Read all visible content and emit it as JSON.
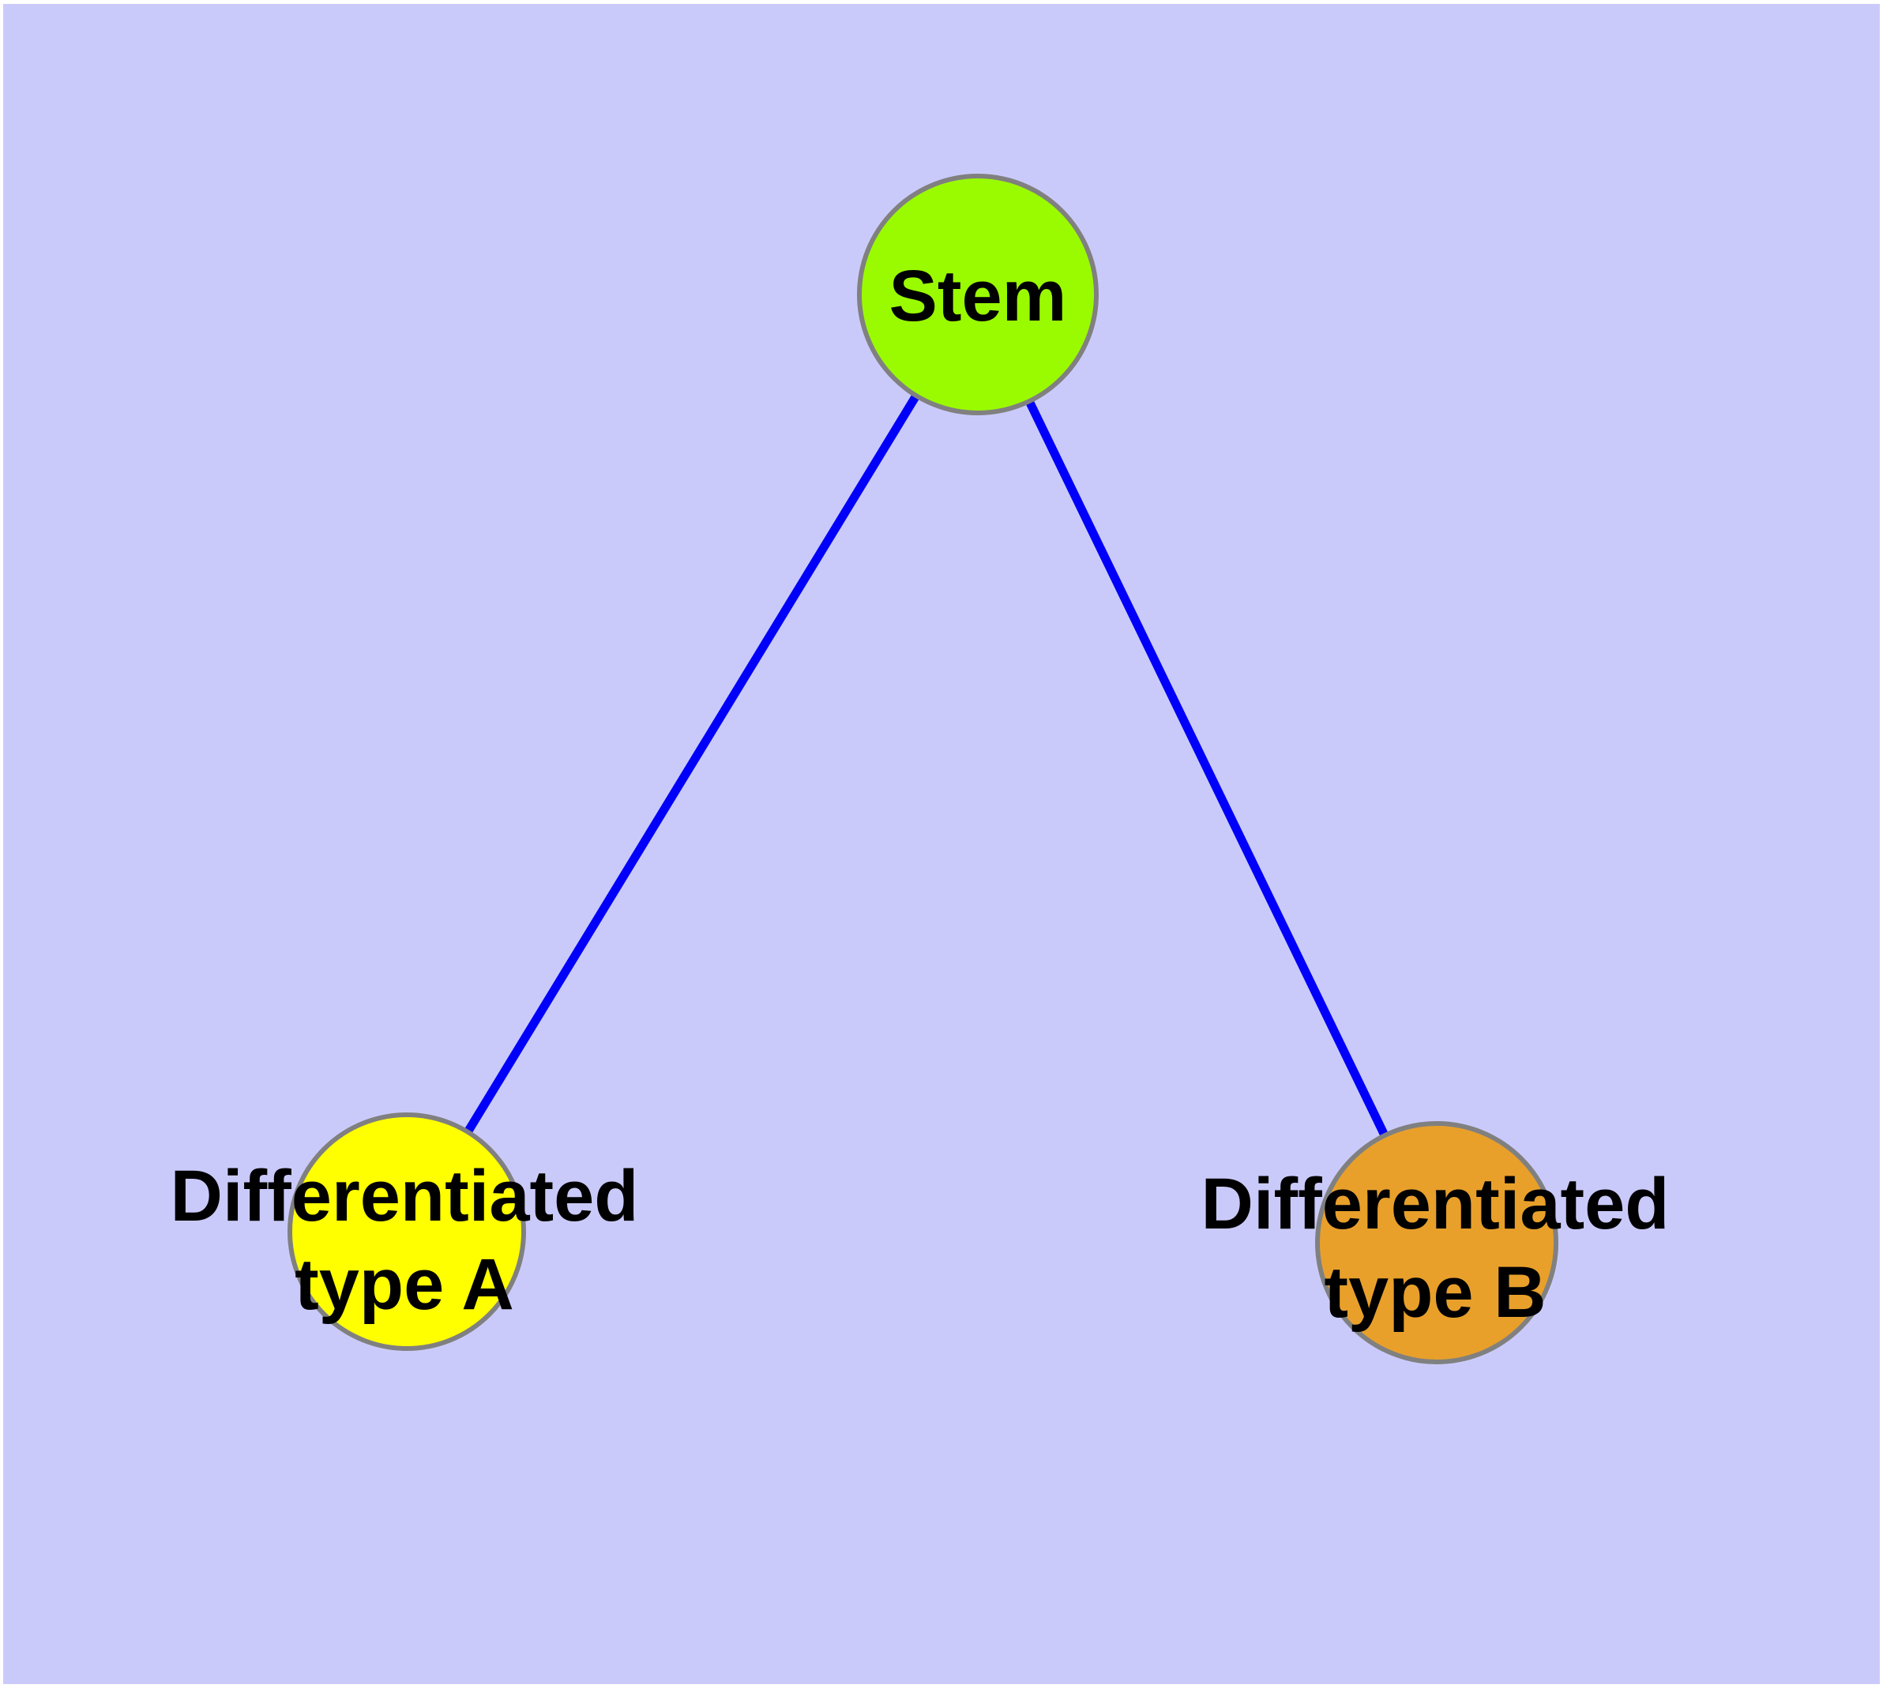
{
  "canvas": {
    "page_background": "#FFFFFF",
    "surface_background": "#CACAFA"
  },
  "diagram": {
    "type": "node-link-graph",
    "description": "Stem cell differentiation hierarchy: one parent node connected to two child nodes",
    "text_color": "#000000",
    "node_stroke_color": "#808080",
    "edge_color": "#0000FA",
    "nodes": [
      {
        "id": "stem",
        "label": "Stem",
        "fill": "#9AFB00"
      },
      {
        "id": "differentiated-type-a",
        "label_line1": "Differentiated",
        "label_line2": "type A",
        "fill": "#FFFF00"
      },
      {
        "id": "differentiated-type-b",
        "label_line1": "Differentiated",
        "label_line2": "type B",
        "fill": "#E8A02B"
      }
    ],
    "edges": [
      {
        "from": "stem",
        "to": "differentiated-type-a",
        "color": "#0000FA"
      },
      {
        "from": "stem",
        "to": "differentiated-type-b",
        "color": "#0000FA"
      }
    ]
  }
}
